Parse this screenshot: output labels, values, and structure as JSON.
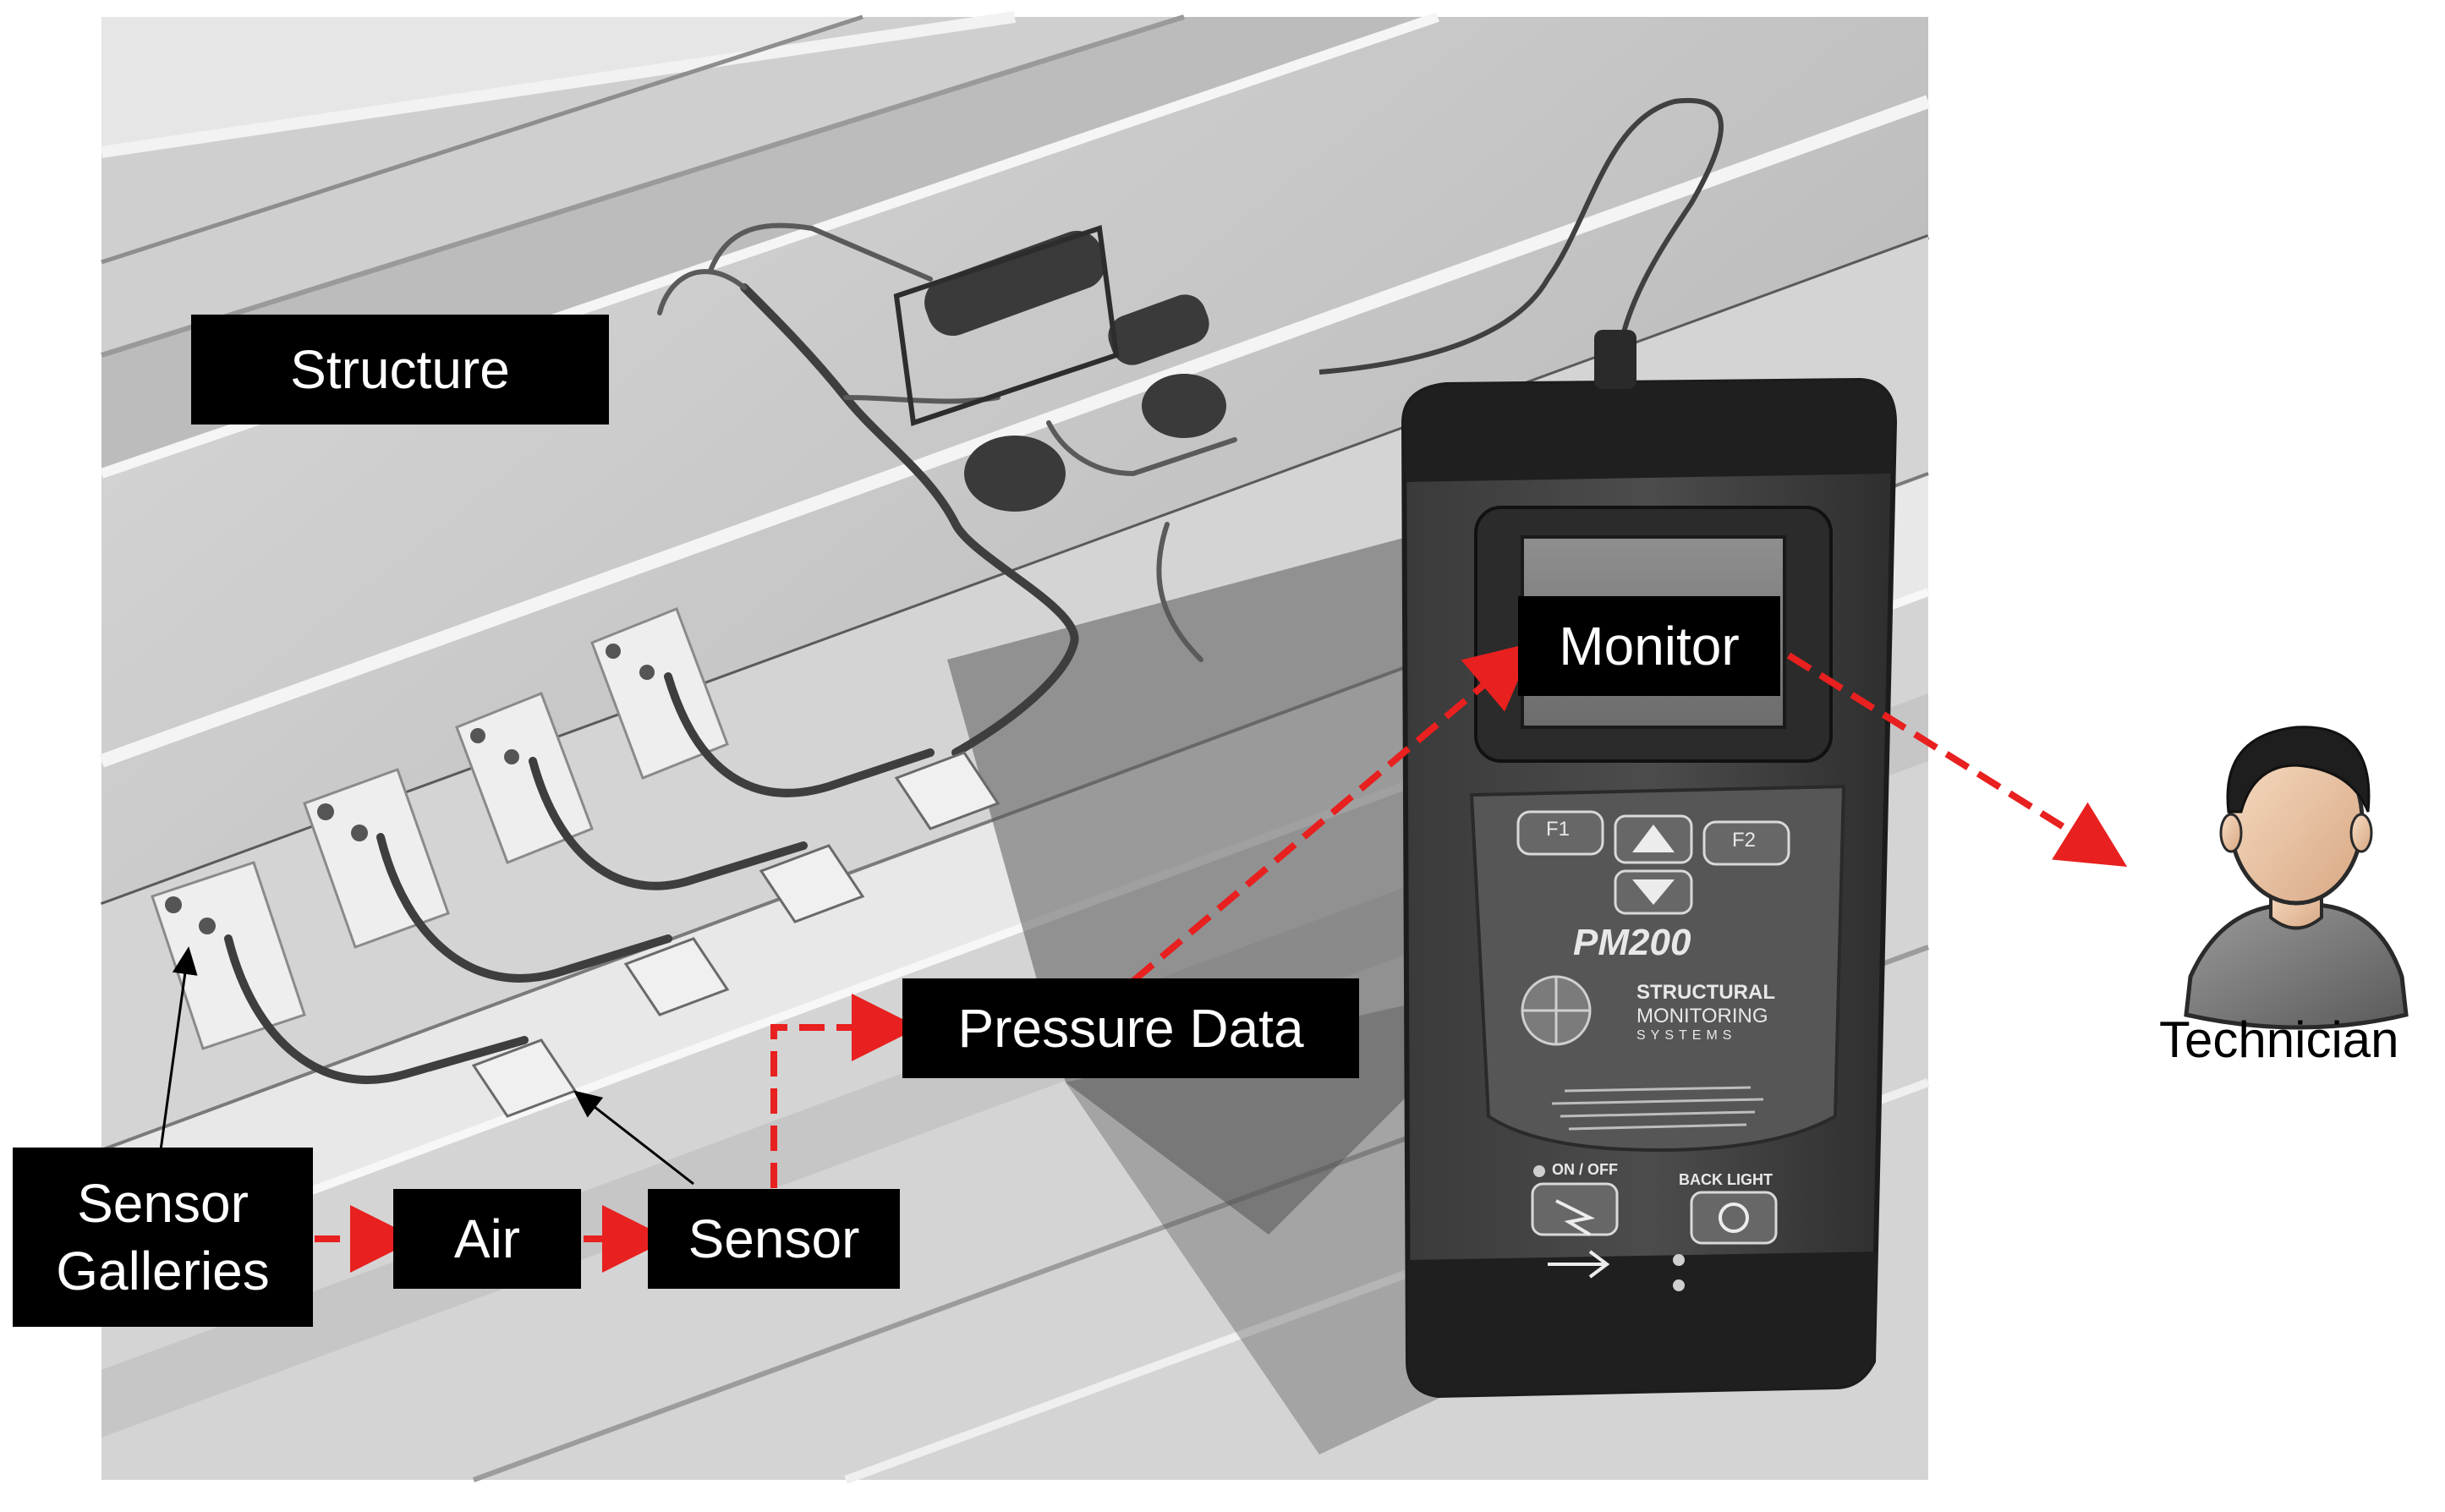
{
  "labels": {
    "structure": "Structure",
    "monitor": "Monitor",
    "technician": "Technician",
    "pressure_data": "Pressure Data",
    "sensor_galleries": "Sensor\nGalleries",
    "air": "Air",
    "sensor": "Sensor"
  },
  "device": {
    "model": "PM200",
    "brand_line1": "STRUCTURAL",
    "brand_line2": "MONITORING",
    "brand_line3": "SYSTEMS",
    "key_f1": "F1",
    "key_f2": "F2",
    "on_off": "ON / OFF",
    "back_light": "BACK LIGHT"
  },
  "colors": {
    "flow_arrow": "#e8201f",
    "label_box": "#000000",
    "background": "#ffffff"
  }
}
